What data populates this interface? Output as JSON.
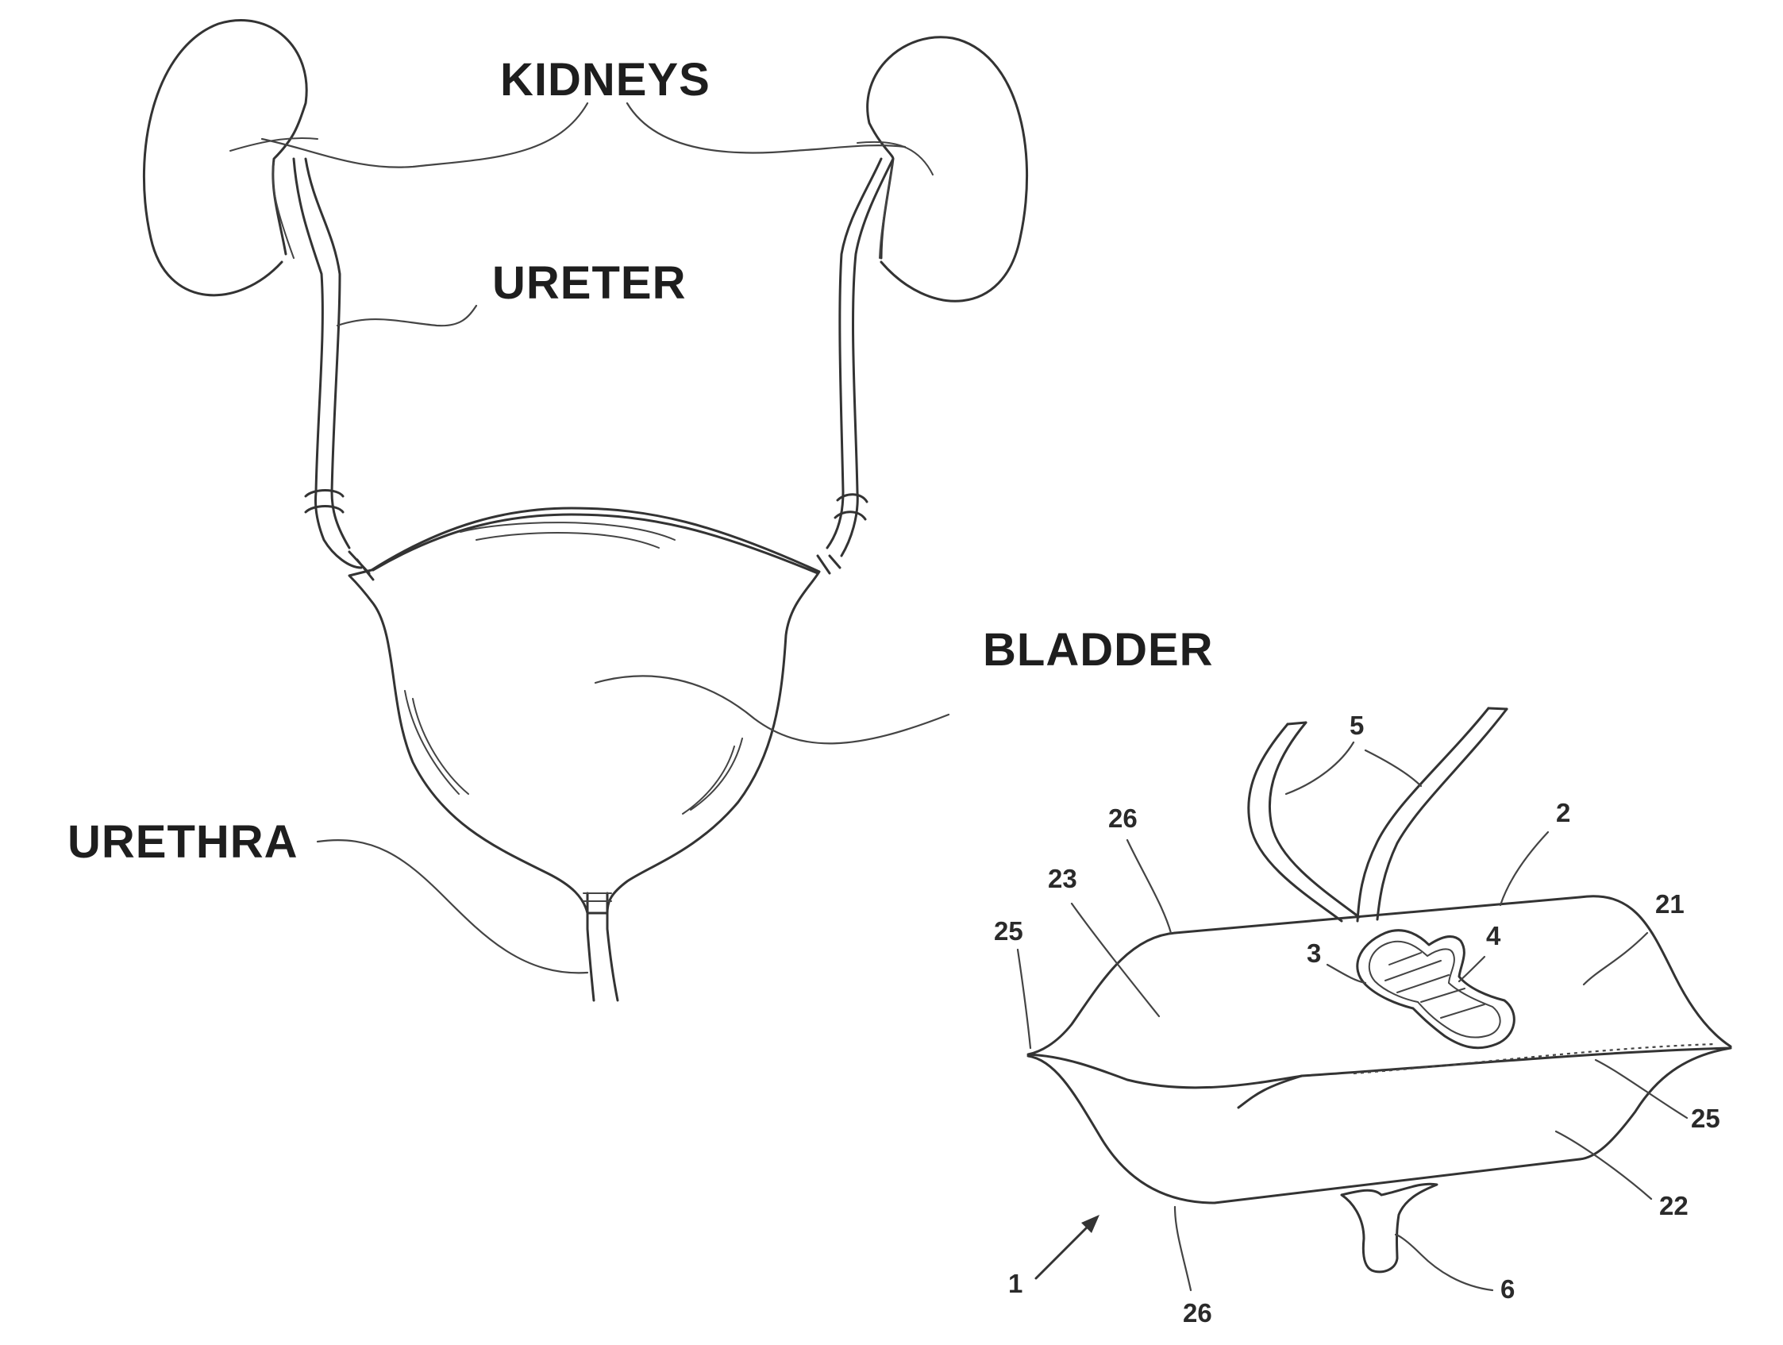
{
  "anatomy": {
    "kidneys": "KIDNEYS",
    "ureter": "URETER",
    "bladder": "BLADDER",
    "urethra": "URETHRA"
  },
  "device": {
    "ref_1": "1",
    "ref_2": "2",
    "ref_3": "3",
    "ref_4": "4",
    "ref_5": "5",
    "ref_6": "6",
    "ref_21": "21",
    "ref_22": "22",
    "ref_23": "23",
    "ref_25": "25",
    "ref_26": "26"
  }
}
